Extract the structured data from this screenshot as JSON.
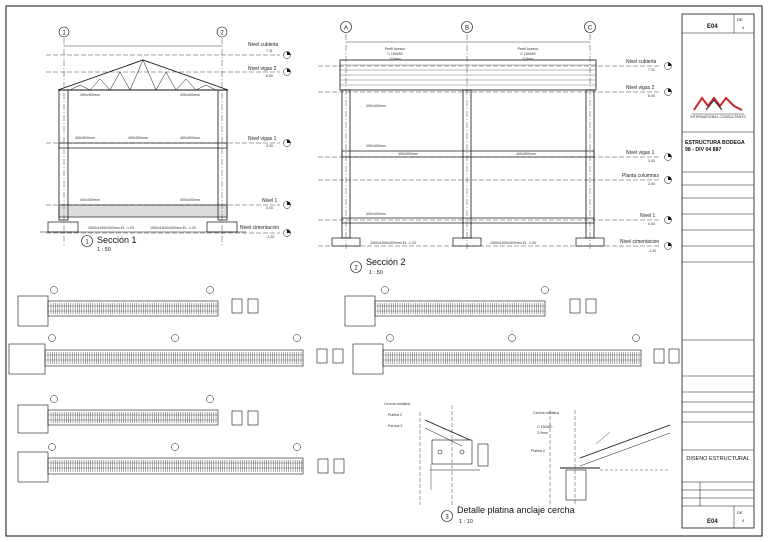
{
  "sheet": {
    "code": "E04",
    "rev_label": "DE",
    "rev_number": "4"
  },
  "axes": {
    "s1": [
      "1",
      "2"
    ],
    "s2": [
      "A",
      "B",
      "C"
    ]
  },
  "levels_s1": [
    {
      "name": "Nivel cubierta",
      "value": "7.11"
    },
    {
      "name": "Nivel vigas 2",
      "value": "6.00"
    },
    {
      "name": "Nivel vigas 1",
      "value": "3.00"
    },
    {
      "name": "Nivel 1",
      "value": "0.00"
    },
    {
      "name": "Nivel cimentacion",
      "value": "-1.20"
    }
  ],
  "levels_s2": [
    {
      "name": "Nivel cubierta",
      "value": "7.11"
    },
    {
      "name": "Nivel vigas 2",
      "value": "6.00"
    },
    {
      "name": "Nivel vigas 1",
      "value": "3.00"
    },
    {
      "name": "Planta columnas",
      "value": "2.00"
    },
    {
      "name": "Nivel 1",
      "value": "0.00"
    },
    {
      "name": "Nivel cimentacion",
      "value": "-1.20"
    }
  ],
  "beam_labels": {
    "b400": "400x400mm",
    "b400x500": "400x500mm",
    "footing": "1500x1500x300mm EL -1.20"
  },
  "perfil": {
    "line1": "Perfil Acesco",
    "line2": "C 150x50",
    "line3": "3.0mm"
  },
  "views": {
    "v1": {
      "num": "1",
      "title": "Sección 1",
      "scale": "1 : 50"
    },
    "v2": {
      "num": "2",
      "title": "Sección 2",
      "scale": "1 : 50"
    },
    "v3": {
      "num": "3",
      "title": "Detalle platina anclaje cercha",
      "scale": "1 : 10"
    }
  },
  "detail_labels": {
    "cercha": "Cercha metálica",
    "platina": "Platina 2",
    "pernos": "Pernos 2",
    "perfil": "C 150x50",
    "perfil_thk": "3.0mm"
  },
  "titleblock": {
    "project_title": "ESTRUCTURA BODEGA 98 - DIV 04 887",
    "content_title": "DISEÑO ESTRUCTURAL",
    "company": "INTERNATIONAL CONSULTANTS"
  },
  "colors": {
    "line": "#111111",
    "logo_red": "#c8282d",
    "logo_dark": "#333333"
  }
}
